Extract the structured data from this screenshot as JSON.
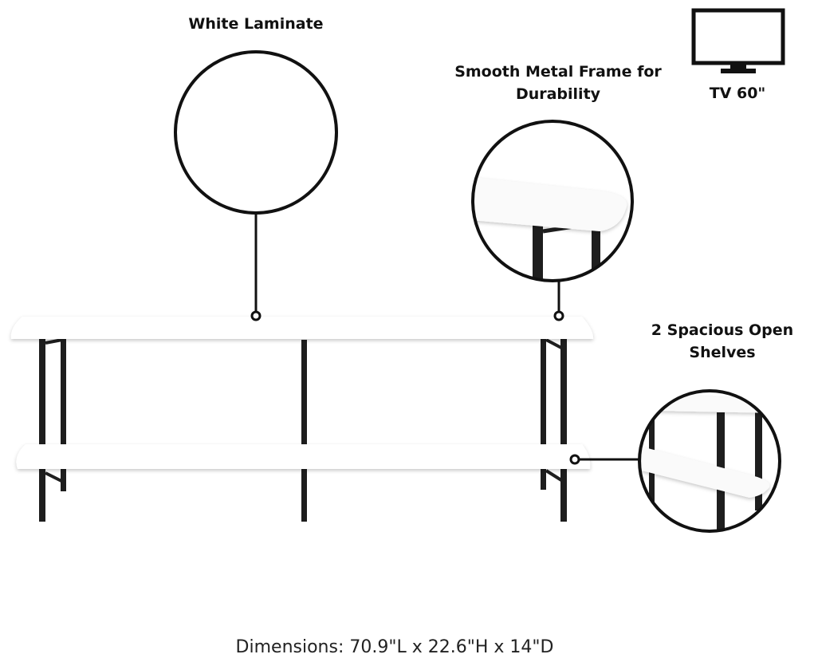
{
  "labels": {
    "white_laminate": "White Laminate",
    "frame": "Smooth Metal Frame for Durability",
    "shelves": "2 Spacious Open Shelves",
    "tv": "TV 60\""
  },
  "dimensions": "Dimensions: 70.9\"L x 22.6\"H x 14\"D",
  "icons": {
    "tv": "tv-icon"
  },
  "colors": {
    "frame": "#1e1e1e",
    "laminate": "#ffffff",
    "outline": "#111111"
  }
}
